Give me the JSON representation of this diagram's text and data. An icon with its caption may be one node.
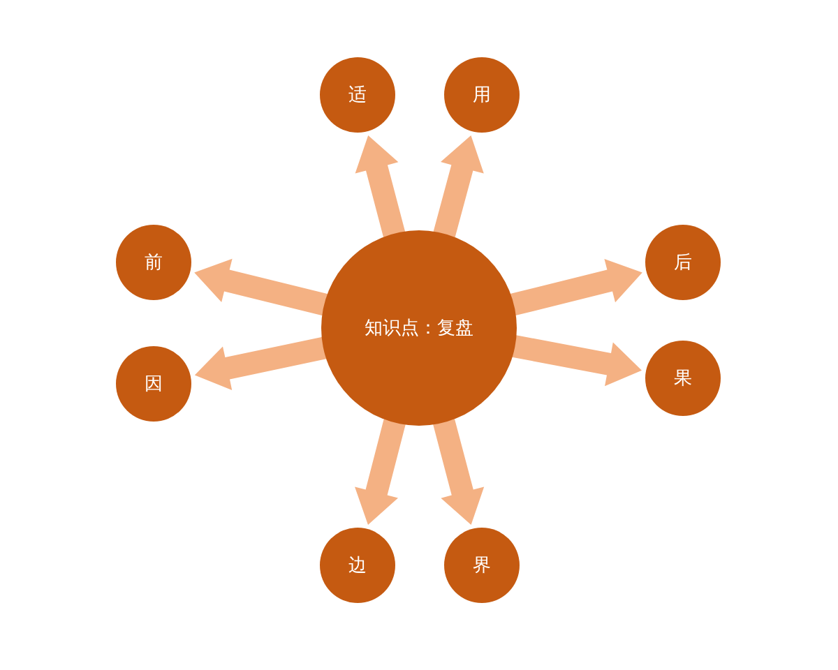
{
  "diagram": {
    "nodes": [
      {
        "text": [
          "知识点：复盘"
        ]
      },
      {
        "text": [
          "适"
        ]
      },
      {
        "text": [
          "用"
        ]
      },
      {
        "text": [
          "前"
        ]
      },
      {
        "text": [
          "后"
        ]
      },
      {
        "text": [
          "因"
        ]
      },
      {
        "text": [
          "果"
        ]
      },
      {
        "text": [
          "边"
        ]
      },
      {
        "text": [
          "界"
        ]
      }
    ],
    "edges": [
      {
        "from": 0,
        "to": 1,
        "arrow": "to",
        "style": "thick"
      },
      {
        "from": 0,
        "to": 2,
        "arrow": "to",
        "style": "thick"
      },
      {
        "from": 0,
        "to": 3,
        "arrow": "to",
        "style": "thick"
      },
      {
        "from": 0,
        "to": 4,
        "arrow": "to",
        "style": "thick"
      },
      {
        "from": 0,
        "to": 5,
        "arrow": "to",
        "style": "thick"
      },
      {
        "from": 0,
        "to": 6,
        "arrow": "to",
        "style": "thick"
      },
      {
        "from": 0,
        "to": 7,
        "arrow": "to",
        "style": "thick"
      },
      {
        "from": 0,
        "to": 8,
        "arrow": "to",
        "style": "thick"
      }
    ]
  }
}
